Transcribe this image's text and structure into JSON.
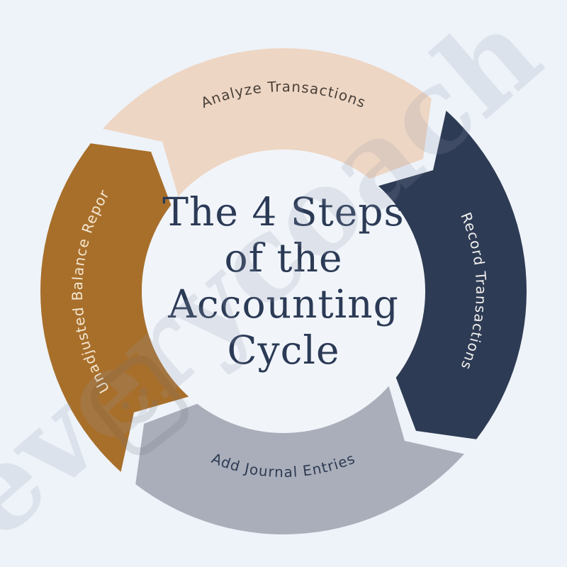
{
  "title": {
    "lines": [
      "The 4 Steps",
      "of the",
      "Accounting",
      "Cycle"
    ],
    "color": "#2b3a55"
  },
  "steps": [
    {
      "label": "Analyze Transactions",
      "position": "top",
      "color": "#eed6c4",
      "label_color": "#4a4139"
    },
    {
      "label": "Record Transactions",
      "position": "right",
      "color": "#2e3b54",
      "label_color": "#f1f0ee"
    },
    {
      "label": "Add Journal Entries",
      "position": "bottom",
      "color": "#a9aeba",
      "label_color": "#2e3b54"
    },
    {
      "label": "Unadjusted Balance Repor",
      "position": "left",
      "color": "#a86f2b",
      "label_color": "#f4e6d0"
    }
  ],
  "watermark": {
    "text": "everycoach",
    "logo_icon": "smiley-badge-icon",
    "color": "#8e97ad"
  },
  "canvas": {
    "background": "#eef3f9",
    "inner_circle": "#f1f5fa"
  }
}
